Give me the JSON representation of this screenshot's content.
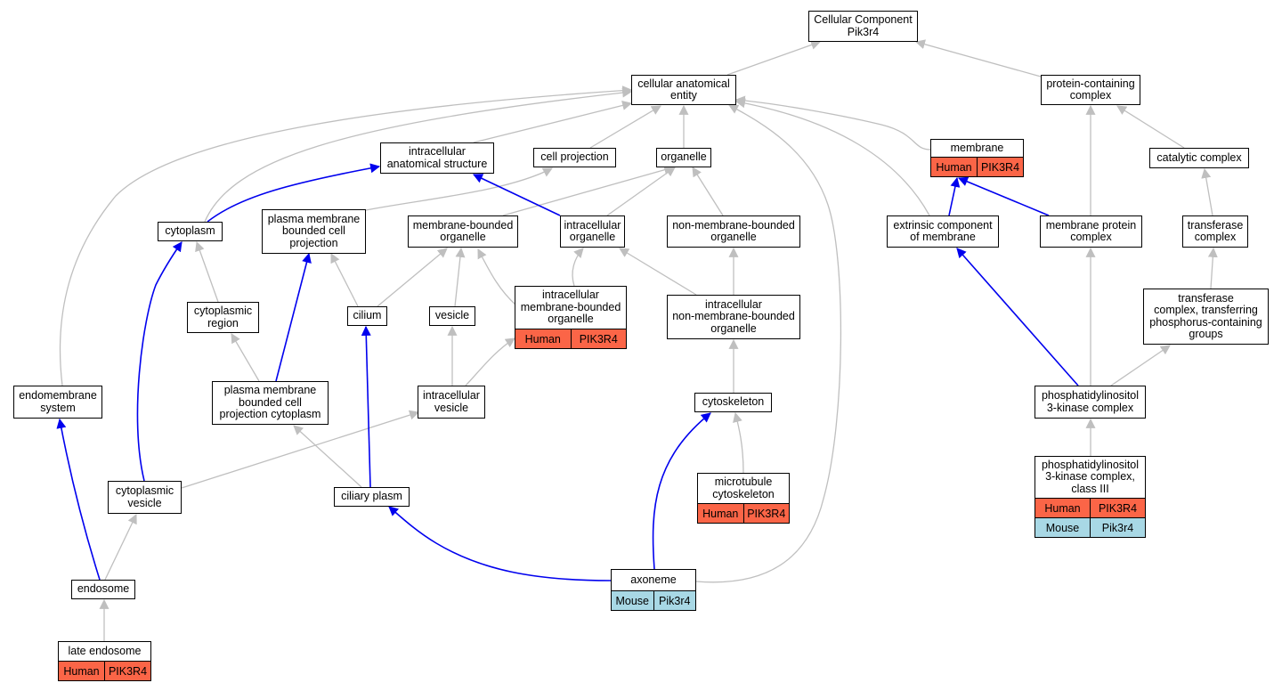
{
  "colors": {
    "gray_edge": "#bfbfbf",
    "blue_edge": "#0000ee",
    "human": "#fb6547",
    "mouse": "#a8d8e5"
  },
  "nodes": [
    {
      "id": "root",
      "lines": [
        "Cellular Component",
        "Pik3r4"
      ]
    },
    {
      "id": "cae",
      "lines": [
        "cellular anatomical",
        "entity"
      ]
    },
    {
      "id": "pcc",
      "lines": [
        "protein-containing",
        "complex"
      ]
    },
    {
      "id": "ias",
      "lines": [
        "intracellular",
        "anatomical structure"
      ]
    },
    {
      "id": "cellproj",
      "lines": [
        "cell projection"
      ]
    },
    {
      "id": "organelle",
      "lines": [
        "organelle"
      ]
    },
    {
      "id": "membrane",
      "lines": [
        "membrane"
      ],
      "rows": [
        [
          "Human",
          "PIK3R4"
        ]
      ]
    },
    {
      "id": "catcomplex",
      "lines": [
        "catalytic complex"
      ]
    },
    {
      "id": "cytoplasm",
      "lines": [
        "cytoplasm"
      ]
    },
    {
      "id": "pmbcp",
      "lines": [
        "plasma membrane",
        "bounded cell",
        "projection"
      ]
    },
    {
      "id": "mbo",
      "lines": [
        "membrane-bounded",
        "organelle"
      ]
    },
    {
      "id": "icorg",
      "lines": [
        "intracellular",
        "organelle"
      ]
    },
    {
      "id": "nmbo",
      "lines": [
        "non-membrane-bounded",
        "organelle"
      ]
    },
    {
      "id": "ecm",
      "lines": [
        "extrinsic component",
        "of membrane"
      ]
    },
    {
      "id": "mpc",
      "lines": [
        "membrane protein",
        "complex"
      ]
    },
    {
      "id": "tc",
      "lines": [
        "transferase",
        "complex"
      ]
    },
    {
      "id": "cytoreg",
      "lines": [
        "cytoplasmic",
        "region"
      ]
    },
    {
      "id": "cilium",
      "lines": [
        "cilium"
      ]
    },
    {
      "id": "vesicle",
      "lines": [
        "vesicle"
      ]
    },
    {
      "id": "imbo",
      "lines": [
        "intracellular",
        "membrane-bounded",
        "organelle"
      ],
      "rows": [
        [
          "Human",
          "PIK3R4"
        ]
      ]
    },
    {
      "id": "inmbo",
      "lines": [
        "intracellular",
        "non-membrane-bounded",
        "organelle"
      ]
    },
    {
      "id": "tcp",
      "lines": [
        "transferase",
        "complex, transferring",
        "phosphorus-containing",
        "groups"
      ]
    },
    {
      "id": "endomem",
      "lines": [
        "endomembrane",
        "system"
      ]
    },
    {
      "id": "pmbcpc",
      "lines": [
        "plasma membrane",
        "bounded cell",
        "projection cytoplasm"
      ]
    },
    {
      "id": "icves",
      "lines": [
        "intracellular",
        "vesicle"
      ]
    },
    {
      "id": "cytoskel",
      "lines": [
        "cytoskeleton"
      ]
    },
    {
      "id": "pi3k",
      "lines": [
        "phosphatidylinositol",
        "3-kinase complex"
      ]
    },
    {
      "id": "cytoves",
      "lines": [
        "cytoplasmic",
        "vesicle"
      ]
    },
    {
      "id": "ciliaryplasm",
      "lines": [
        "ciliary plasm"
      ]
    },
    {
      "id": "mtcyto",
      "lines": [
        "microtubule",
        "cytoskeleton"
      ],
      "rows": [
        [
          "Human",
          "PIK3R4"
        ]
      ]
    },
    {
      "id": "pi3k3",
      "lines": [
        "phosphatidylinositol",
        "3-kinase complex,",
        "class III"
      ],
      "rows": [
        [
          "Human",
          "PIK3R4"
        ],
        [
          "Mouse",
          "Pik3r4"
        ]
      ]
    },
    {
      "id": "endosome",
      "lines": [
        "endosome"
      ]
    },
    {
      "id": "axoneme",
      "lines": [
        "axoneme"
      ],
      "rows": [
        [
          "Mouse",
          "Pik3r4"
        ]
      ]
    },
    {
      "id": "lateendo",
      "lines": [
        "late endosome"
      ],
      "rows": [
        [
          "Human",
          "PIK3R4"
        ]
      ]
    }
  ],
  "edges": [
    {
      "from": "cae",
      "to": "root",
      "kind": "gray"
    },
    {
      "from": "pcc",
      "to": "root",
      "kind": "gray"
    },
    {
      "from": "ias",
      "to": "cae",
      "kind": "gray"
    },
    {
      "from": "cellproj",
      "to": "cae",
      "kind": "gray"
    },
    {
      "from": "organelle",
      "to": "cae",
      "kind": "gray"
    },
    {
      "from": "membrane",
      "to": "cae",
      "kind": "gray"
    },
    {
      "from": "cytoplasm",
      "to": "cae",
      "kind": "gray"
    },
    {
      "from": "endomem",
      "to": "cae",
      "kind": "gray"
    },
    {
      "from": "ecm",
      "to": "cae",
      "kind": "gray"
    },
    {
      "from": "axoneme",
      "to": "cae",
      "kind": "gray"
    },
    {
      "from": "catcomplex",
      "to": "pcc",
      "kind": "gray"
    },
    {
      "from": "mpc",
      "to": "pcc",
      "kind": "gray"
    },
    {
      "from": "tc",
      "to": "catcomplex",
      "kind": "gray"
    },
    {
      "from": "tcp",
      "to": "tc",
      "kind": "gray"
    },
    {
      "from": "pi3k",
      "to": "tcp",
      "kind": "gray"
    },
    {
      "from": "pi3k",
      "to": "mpc",
      "kind": "gray"
    },
    {
      "from": "pi3k3",
      "to": "pi3k",
      "kind": "gray"
    },
    {
      "from": "pmbcp",
      "to": "cellproj",
      "kind": "gray"
    },
    {
      "from": "mbo",
      "to": "organelle",
      "kind": "gray"
    },
    {
      "from": "icorg",
      "to": "organelle",
      "kind": "gray"
    },
    {
      "from": "nmbo",
      "to": "organelle",
      "kind": "gray"
    },
    {
      "from": "cytoreg",
      "to": "cytoplasm",
      "kind": "gray"
    },
    {
      "from": "cilium",
      "to": "pmbcp",
      "kind": "gray"
    },
    {
      "from": "cilium",
      "to": "mbo",
      "kind": "gray"
    },
    {
      "from": "vesicle",
      "to": "mbo",
      "kind": "gray"
    },
    {
      "from": "imbo",
      "to": "mbo",
      "kind": "gray"
    },
    {
      "from": "imbo",
      "to": "icorg",
      "kind": "gray"
    },
    {
      "from": "inmbo",
      "to": "icorg",
      "kind": "gray"
    },
    {
      "from": "inmbo",
      "to": "nmbo",
      "kind": "gray"
    },
    {
      "from": "pmbcpc",
      "to": "cytoreg",
      "kind": "gray"
    },
    {
      "from": "icves",
      "to": "vesicle",
      "kind": "gray"
    },
    {
      "from": "icves",
      "to": "imbo",
      "kind": "gray"
    },
    {
      "from": "cytoskel",
      "to": "inmbo",
      "kind": "gray"
    },
    {
      "from": "mtcyto",
      "to": "cytoskel",
      "kind": "gray"
    },
    {
      "from": "cytoves",
      "to": "icves",
      "kind": "gray"
    },
    {
      "from": "ciliaryplasm",
      "to": "pmbcpc",
      "kind": "gray"
    },
    {
      "from": "endosome",
      "to": "cytoves",
      "kind": "gray"
    },
    {
      "from": "lateendo",
      "to": "endosome",
      "kind": "gray"
    },
    {
      "from": "cytoplasm",
      "to": "ias",
      "kind": "blue"
    },
    {
      "from": "icorg",
      "to": "ias",
      "kind": "blue"
    },
    {
      "from": "ecm",
      "to": "membrane",
      "kind": "blue"
    },
    {
      "from": "mpc",
      "to": "membrane",
      "kind": "blue"
    },
    {
      "from": "pi3k",
      "to": "ecm",
      "kind": "blue"
    },
    {
      "from": "cytoves",
      "to": "cytoplasm",
      "kind": "blue"
    },
    {
      "from": "pmbcpc",
      "to": "pmbcp",
      "kind": "blue"
    },
    {
      "from": "endosome",
      "to": "endomem",
      "kind": "blue"
    },
    {
      "from": "ciliaryplasm",
      "to": "cilium",
      "kind": "blue"
    },
    {
      "from": "axoneme",
      "to": "ciliaryplasm",
      "kind": "blue"
    },
    {
      "from": "axoneme",
      "to": "cytoskel",
      "kind": "blue"
    }
  ]
}
